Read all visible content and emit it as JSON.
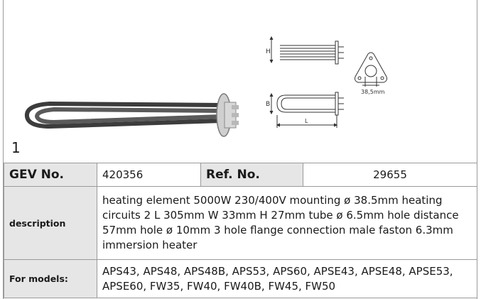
{
  "figure": {
    "number": "1",
    "dim_h": "H",
    "dim_b": "B",
    "dim_l": "L",
    "flange_diameter": "38,5mm"
  },
  "spec_table": {
    "gev_label": "GEV No.",
    "gev_value": "420356",
    "ref_label": "Ref. No.",
    "ref_value": "29655",
    "description_label": "description",
    "description_value": "heating element  5000W 230/400V mounting ø 38.5mm heating circuits 2 L 305mm W 33mm H 27mm tube ø 6.5mm hole distance 57mm hole ø 10mm 3 hole flange connection male faston 6.3mm immersion heater",
    "models_label": "For models:",
    "models_value": "APS43, APS48, APS48B, APS53, APS60, APSE43, APSE48, APSE53, APSE60, FW35, FW40, FW40B, FW45, FW50"
  }
}
